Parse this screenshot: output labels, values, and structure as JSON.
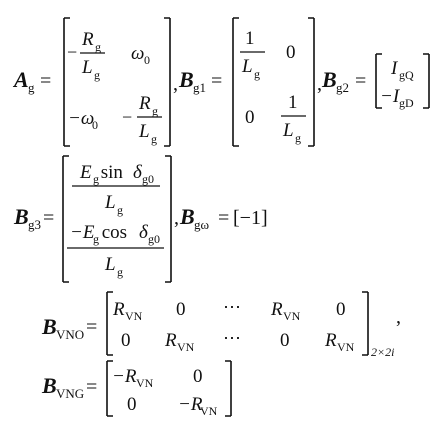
{
  "equations": {
    "Ag": {
      "sym": "A",
      "sub": "g",
      "eq": "=",
      "r1c1_neg": "−",
      "r1c1_num": "R",
      "r1c1_num_sub": "g",
      "r1c1_den": "L",
      "r1c1_den_sub": "g",
      "r1c2": "ω",
      "r1c2_sub": "0",
      "r2c1": "−ω",
      "r2c1_sub": "0",
      "r2c2_neg": "−",
      "r2c2_num": "R",
      "r2c2_num_sub": "g",
      "r2c2_den": "L",
      "r2c2_den_sub": "g",
      "comma": ","
    },
    "Bg1": {
      "sym": "B",
      "sub": "g1",
      "eq": "=",
      "r1c1_num": "1",
      "r1c1_den": "L",
      "r1c1_den_sub": "g",
      "r1c2": "0",
      "r2c1": "0",
      "r2c2_num": "1",
      "r2c2_den": "L",
      "r2c2_den_sub": "g",
      "comma": ","
    },
    "Bg2": {
      "sym": "B",
      "sub": "g2",
      "eq": "=",
      "r1": "I",
      "r1_sub": "gQ",
      "r2": "−I",
      "r2_sub": "gD"
    },
    "Bg3": {
      "sym": "B",
      "sub": "g3",
      "eq": "=",
      "r1_E": "E",
      "r1_E_sub": "g",
      "r1_fn": " sin ",
      "r1_delta": "δ",
      "r1_delta_sub": "g0",
      "r1_den": "L",
      "r1_den_sub": "g",
      "r2_E": "−E",
      "r2_E_sub": "g",
      "r2_fn": " cos ",
      "r2_delta": "δ",
      "r2_delta_sub": "g0",
      "r2_den": "L",
      "r2_den_sub": "g",
      "comma": ","
    },
    "Bgw": {
      "sym": "B",
      "sub": "gω",
      "eq": "=",
      "value": "[−1]"
    },
    "BVNO": {
      "sym": "B",
      "sub": "VNO",
      "eq": "=",
      "r1": [
        "R",
        "0",
        "⋯",
        "R",
        "0"
      ],
      "r1_subs": [
        "VN",
        "",
        "",
        "VN",
        ""
      ],
      "r2": [
        "0",
        "R",
        "⋯",
        "0",
        "R"
      ],
      "r2_subs": [
        "",
        "VN",
        "",
        "",
        "VN"
      ],
      "size": "2×2i",
      "comma": ","
    },
    "BVNG": {
      "sym": "B",
      "sub": "VNG",
      "eq": "=",
      "r1c1": "−R",
      "r1c1_sub": "VN",
      "r1c2": "0",
      "r2c1": "0",
      "r2c2": "−R",
      "r2c2_sub": "VN"
    }
  }
}
